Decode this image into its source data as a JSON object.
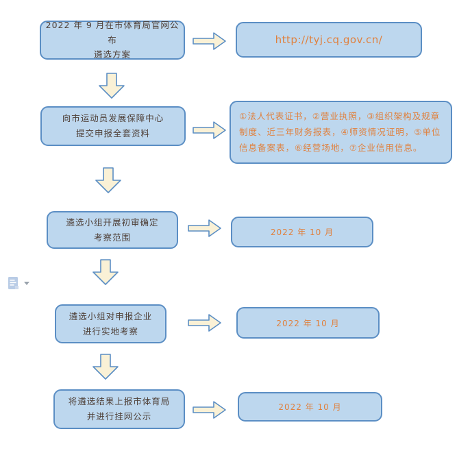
{
  "palette": {
    "box_fill": "#bdd7ee",
    "box_border": "#5b8ec4",
    "arrow_fill": "#faf1d6",
    "arrow_border": "#5b8ec4",
    "step_text_color": "#4f4038",
    "detail_text_color": "#e0813e"
  },
  "flowchart": {
    "steps": [
      {
        "label": "2022 年 9 月在市体育局官网公布\n遴选方案",
        "detail": "http://tyj.cq.gov.cn/"
      },
      {
        "label": "向市运动员发展保障中心\n提交申报全套资料",
        "detail": "①法人代表证书，②营业执照，③组织架构及规章制度、近三年财务报表，④师资情况证明，⑤单位信息备案表，⑥经营场地，⑦企业信用信息。"
      },
      {
        "label": "遴选小组开展初审确定\n考察范围",
        "detail": "2022 年 10 月"
      },
      {
        "label": "遴选小组对申报企业\n进行实地考察",
        "detail": "2022 年 10 月"
      },
      {
        "label": "将遴选结果上报市体育局\n并进行挂网公示",
        "detail": "2022 年 10 月"
      }
    ]
  },
  "icons": {
    "margin_icon": "paste-options-document",
    "margin_caret": "dropdown-caret"
  }
}
